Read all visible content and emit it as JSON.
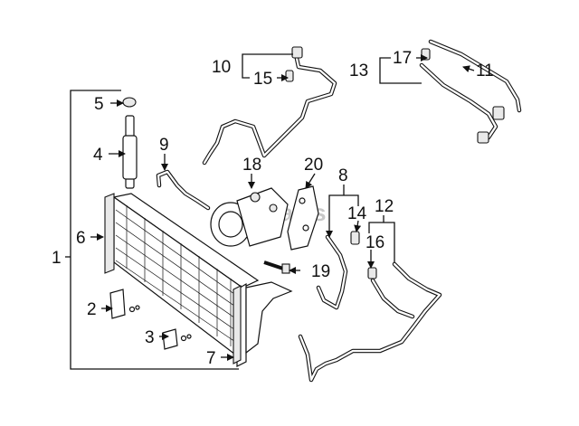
{
  "labels": [
    "1",
    "2",
    "3",
    "4",
    "5",
    "6",
    "7",
    "8",
    "9",
    "10",
    "11",
    "12",
    "13",
    "14",
    "15",
    "16",
    "17",
    "18",
    "19",
    "20"
  ],
  "watermark": "avparts"
}
